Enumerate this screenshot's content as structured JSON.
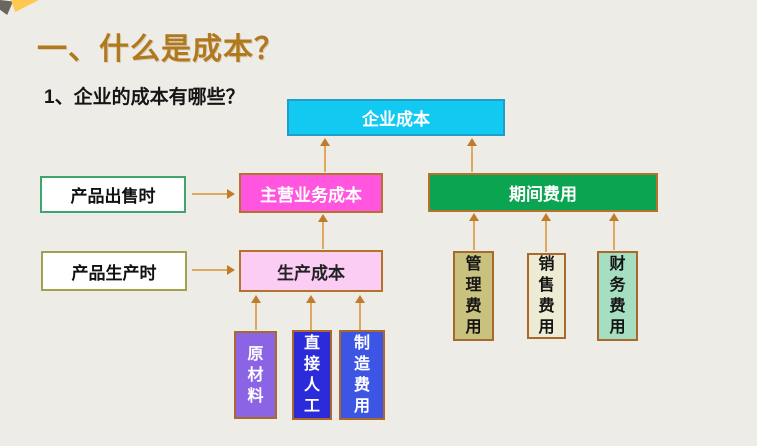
{
  "slide": {
    "title": "一、什么是成本？",
    "subtitle": "1、企业的成本有哪些？",
    "title_color": "#B1791E",
    "background_color": "#EEECE7"
  },
  "nodes": {
    "enterprise": {
      "label": "企业成本",
      "fill": "#12C9F2",
      "text_color": "#FFFFFF"
    },
    "when_sold": {
      "label": "产品出售时",
      "fill": "#FFFFFF",
      "border": "#3FA56C",
      "text_color": "#111111"
    },
    "main_cost": {
      "label": "主营业务成本",
      "fill": "#FF55DF",
      "text_color": "#FFFFFF"
    },
    "period_expense": {
      "label": "期间费用",
      "fill": "#0BA551",
      "text_color": "#FFFFFF"
    },
    "when_produced": {
      "label": "产品生产时",
      "fill": "#FFFFFF",
      "border": "#A3A150",
      "text_color": "#111111"
    },
    "production_cost": {
      "label": "生产成本",
      "fill": "#FBCDF4",
      "text_color": "#222222"
    },
    "raw_material": {
      "label": "原材料",
      "fill": "#8A64E5",
      "text_color": "#FFFFFF"
    },
    "direct_labor": {
      "label": "直接人工",
      "fill": "#2C2BD9",
      "text_color": "#FFFFFF"
    },
    "manufacturing_expense": {
      "label": "制造费用",
      "fill": "#3C55E5",
      "text_color": "#FFFFFF"
    },
    "admin_expense": {
      "label": "管理费用",
      "fill": "#C9C17E",
      "text_color": "#141414"
    },
    "selling_expense": {
      "label": "销售费用",
      "fill": "#EDEBD3",
      "text_color": "#141414"
    },
    "finance_expense": {
      "label": "财务费用",
      "fill": "#A5DEC0",
      "text_color": "#141414"
    }
  },
  "edges": [
    {
      "from": "主营业务成本",
      "to": "企业成本"
    },
    {
      "from": "期间费用",
      "to": "企业成本"
    },
    {
      "from": "产品出售时",
      "to": "主营业务成本"
    },
    {
      "from": "生产成本",
      "to": "主营业务成本"
    },
    {
      "from": "产品生产时",
      "to": "生产成本"
    },
    {
      "from": "原材料",
      "to": "生产成本"
    },
    {
      "from": "直接人工",
      "to": "生产成本"
    },
    {
      "from": "制造费用",
      "to": "生产成本"
    },
    {
      "from": "管理费用",
      "to": "期间费用"
    },
    {
      "from": "销售费用",
      "to": "期间费用"
    },
    {
      "from": "财务费用",
      "to": "期间费用"
    }
  ],
  "icons": {
    "corner_decoration": "folded-paper-icon"
  },
  "arrow_color": "#E0A75E"
}
